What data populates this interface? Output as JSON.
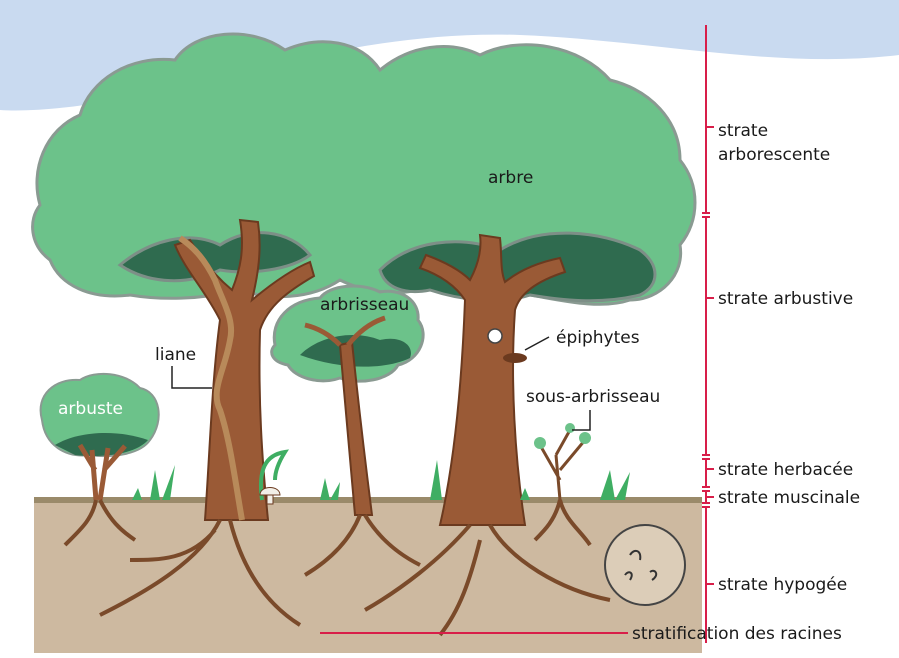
{
  "labels": {
    "arbre": "arbre",
    "arbrisseau": "arbrisseau",
    "liane": "liane",
    "arbuste": "arbuste",
    "epiphytes": "épiphytes",
    "sous_arbrisseau": "sous-arbrisseau"
  },
  "strata": [
    {
      "line1": "strate",
      "line2": "arborescente"
    },
    {
      "line1": "strate arbustive"
    },
    {
      "line1": "strate herbacée"
    },
    {
      "line1": "strate muscinale"
    },
    {
      "line1": "strate hypogée"
    }
  ],
  "roots_label": "stratification des racines",
  "colors": {
    "sky": "#c9daf0",
    "foliage": "#6cc28a",
    "foliage_dark": "#2f6b4f",
    "foliage_edge": "#7d8f87",
    "trunk": "#9a5a36",
    "trunk_dark": "#6b3a1f",
    "soil": "#cdb9a0",
    "scale_line": "#d81e49"
  }
}
